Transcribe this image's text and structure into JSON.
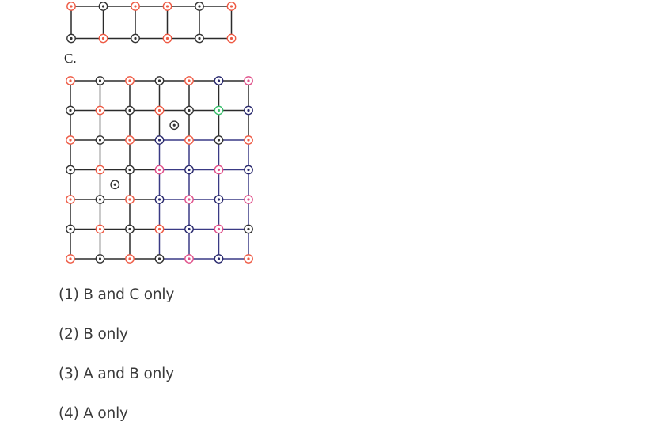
{
  "figure_c_label": "C.",
  "options": [
    {
      "text": "(1) B and C only"
    },
    {
      "text": "(2) B only"
    },
    {
      "text": "(3) A and B only"
    },
    {
      "text": "(4) A only"
    }
  ],
  "colors": {
    "black": "#333333",
    "red": "#ee5a44",
    "pink": "#e0508a",
    "navy": "#2a2a6e",
    "green": "#3bbf6d",
    "navy_line": "#3a3a85"
  },
  "figure_a_partial": {
    "rows": [
      [
        "red",
        "black",
        "red",
        "red",
        "black",
        "red"
      ],
      [
        "black",
        "red",
        "black",
        "red",
        "black",
        "red"
      ]
    ]
  },
  "figure_c": {
    "rows": [
      [
        "red",
        "black",
        "red",
        "black",
        "red",
        "navy",
        "pink"
      ],
      [
        "black",
        "red",
        "black",
        "red",
        "black",
        "green",
        "navy"
      ],
      [
        "red",
        "black",
        "red",
        "navy",
        "red",
        "black",
        "red"
      ],
      [
        "black",
        "red",
        "black",
        "pink",
        "navy",
        "pink",
        "navy"
      ],
      [
        "red",
        "black",
        "red",
        "navy",
        "pink",
        "navy",
        "pink"
      ],
      [
        "black",
        "red",
        "black",
        "red",
        "navy",
        "pink",
        "black"
      ],
      [
        "red",
        "black",
        "red",
        "black",
        "pink",
        "navy",
        "red"
      ]
    ],
    "navy_region": {
      "from_row": 2,
      "from_col": 3
    },
    "extra_markers": [
      {
        "row": 1.5,
        "col": 3.5,
        "color": "black"
      },
      {
        "row": 3.5,
        "col": 1.5,
        "color": "black"
      }
    ]
  }
}
